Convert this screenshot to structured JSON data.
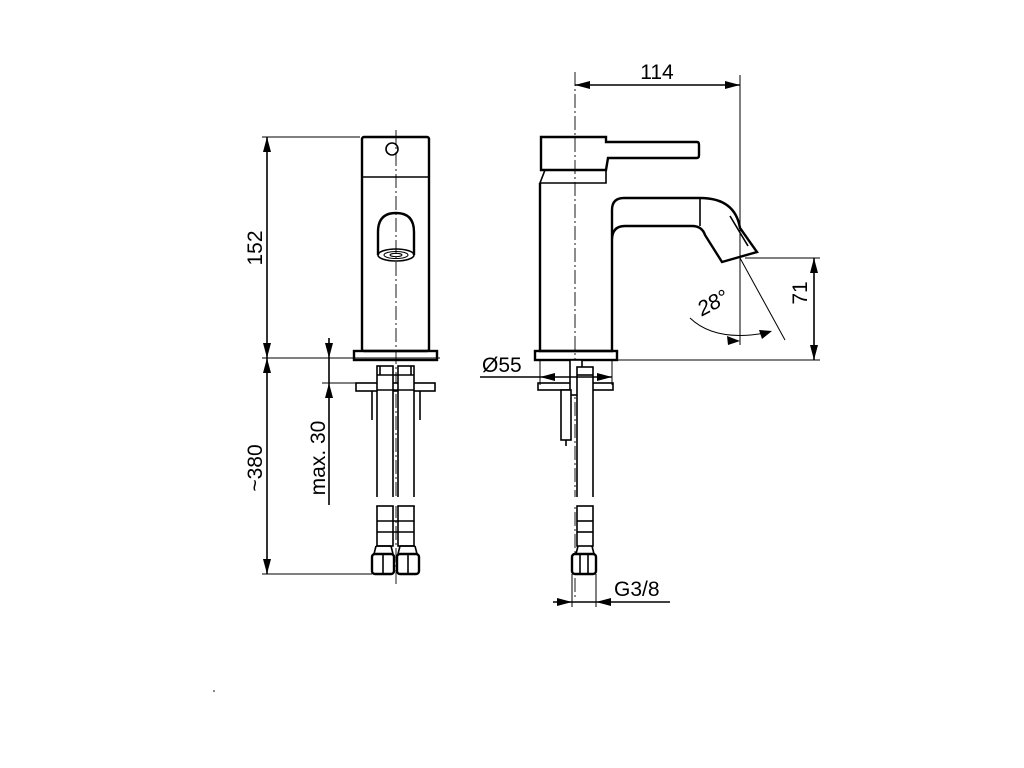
{
  "drawing": {
    "dimensions": {
      "overall_projection": "114",
      "body_height": "152",
      "hose_length": "~380",
      "mounting_thickness": "max. 30",
      "spout_height": "71",
      "spout_angle": "28°",
      "base_diameter": "Ø55",
      "thread": "G3/8"
    }
  }
}
